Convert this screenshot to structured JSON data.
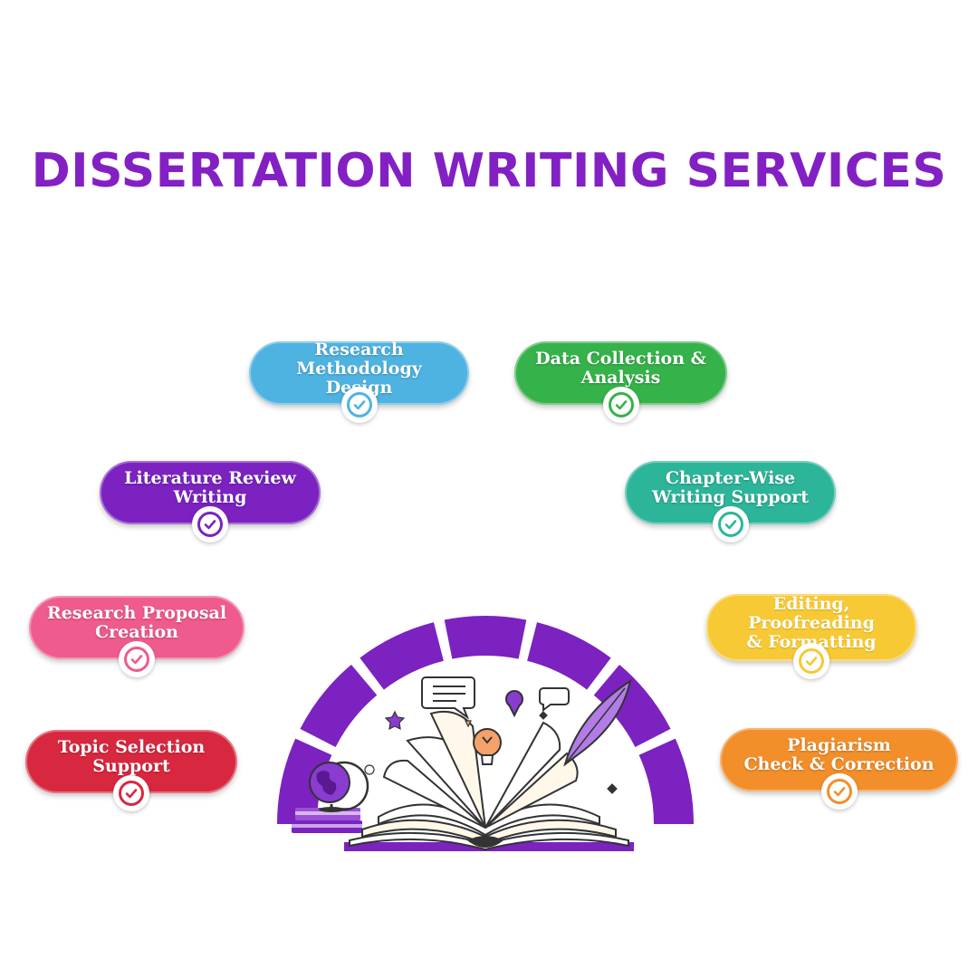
{
  "title": "DISSERTATION WRITING SERVICES",
  "services": [
    {
      "id": "topic-selection",
      "label": "Topic Selection\nSupport",
      "color": "#d8283f",
      "icon": "check-circle-icon"
    },
    {
      "id": "research-proposal",
      "label": "Research Proposal\nCreation",
      "color": "#ef5b8e",
      "icon": "check-circle-icon"
    },
    {
      "id": "literature-review",
      "label": "Literature Review\nWriting",
      "color": "#7b22c0",
      "icon": "check-circle-icon"
    },
    {
      "id": "research-methodology",
      "label": "Research\nMethodology Design",
      "color": "#4fb3e2",
      "icon": "check-circle-icon"
    },
    {
      "id": "data-collection",
      "label": "Data Collection &\nAnalysis",
      "color": "#36b24a",
      "icon": "check-circle-icon"
    },
    {
      "id": "chapter-wise",
      "label": "Chapter-Wise\nWriting Support",
      "color": "#2db59a",
      "icon": "check-circle-icon"
    },
    {
      "id": "editing",
      "label": "Editing,\nProofreading\n& Formatting",
      "color": "#f7c934",
      "icon": "check-circle-icon"
    },
    {
      "id": "plagiarism",
      "label": "Plagiarism\nCheck & Correction",
      "color": "#f28f2a",
      "icon": "check-circle-icon"
    }
  ],
  "colors": {
    "title": "#8220c4",
    "arc": "#7b22c0"
  },
  "illustration": {
    "icons": [
      "open-book-icon",
      "globe-icon",
      "stacked-books-icon",
      "lightbulb-icon",
      "feather-quill-icon",
      "chat-bubble-icon",
      "location-pin-icon"
    ]
  }
}
